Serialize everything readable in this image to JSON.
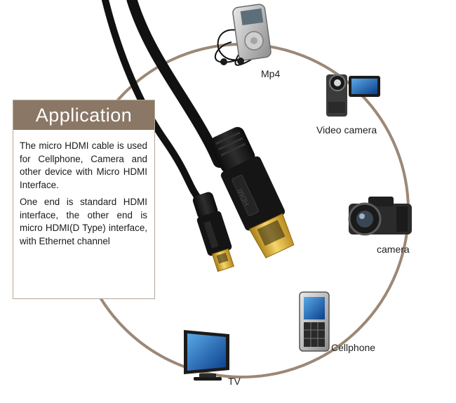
{
  "panel": {
    "title": "Application",
    "paragraphs": [
      "The micro HDMI cable is used for Cellphone, Camera and other device with Micro HDMI Interface.",
      "One end is standard HDMI interface, the other end is micro HDMI(D Type) interface, with Ethernet channel"
    ]
  },
  "devices": {
    "mp4": "Mp4",
    "video_camera": "Video camera",
    "camera": "camera",
    "cellphone": "Cellphone",
    "tv": "TV"
  },
  "plug_label": "HDMI",
  "colors": {
    "ring": "#9b8876",
    "panel_header": "#8b7765",
    "cable": "#111111",
    "gold": "#d9b03a"
  }
}
